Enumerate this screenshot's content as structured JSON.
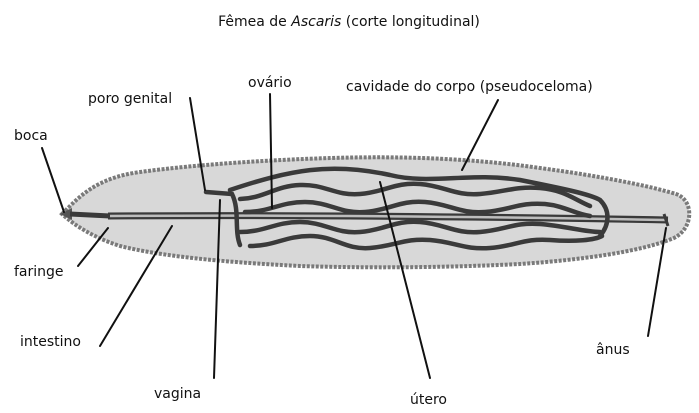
{
  "diagram": {
    "title_prefix": "Fêmea de ",
    "title_italic": "Ascaris",
    "title_suffix": " (corte longitudinal)",
    "labels": {
      "poro_genital": "poro genital",
      "ovario": "ovário",
      "cavidade": "cavidade do corpo (pseudoceloma)",
      "boca": "boca",
      "faringe": "faringe",
      "intestino": "intestino",
      "anus": "ânus",
      "vagina": "vagina",
      "utero": "útero"
    },
    "colors": {
      "body_fill": "#d8d8d8",
      "body_outline": "#7a7a7a",
      "tube": "#3a3a3a",
      "intestine_light": "#bdbdbd"
    }
  }
}
